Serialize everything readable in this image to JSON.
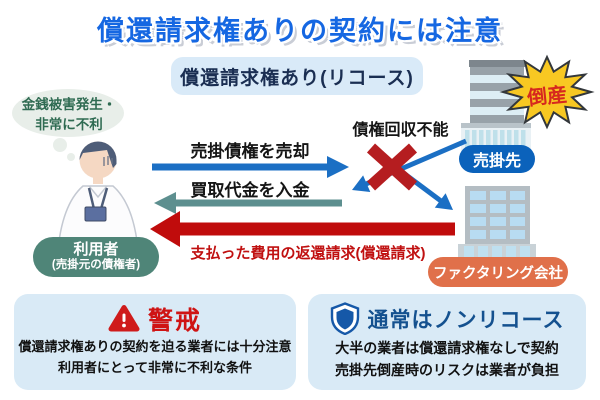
{
  "title": "償還請求権ありの契約には注意",
  "subtitle": "償還請求権あり(リコース)",
  "user": {
    "thought_line1": "金銭被害発生・",
    "thought_line2": "非常に不利",
    "label_line1": "利用者",
    "label_line2": "(売掛元の債権者)"
  },
  "flows": {
    "sell_label": "売掛債権を売却",
    "deposit_label": "買取代金を入金",
    "uncollectible_label": "債権回収不能",
    "recourse_label": "支払った費用の返還請求(償還請求)"
  },
  "entities": {
    "customer_label": "売掛先",
    "bankruptcy_label": "倒産",
    "factoring_label": "ファクタリング会社"
  },
  "warning_box": {
    "heading": "警戒",
    "line1": "償還請求権ありの契約を迫る業者には十分注意",
    "line2": "利用者にとって非常に不利な条件"
  },
  "info_box": {
    "heading": "通常はノンリコース",
    "line1": "大半の業者は償還請求権なしで契約",
    "line2": "売掛先倒産時のリスクは業者が負担"
  },
  "colors": {
    "title_blue": "#1567e2",
    "panel_blue": "#d9eaf6",
    "arrow_blue": "#1b6fc4",
    "arrow_teal": "#5d8f8f",
    "arrow_red": "#c00c0c",
    "cross_red": "#b51d20",
    "user_pill_green": "#4f8578",
    "customer_pill_blue": "#0b62bb",
    "factoring_pill_orange": "#e0704a",
    "bankruptcy_yellow": "#f8c822",
    "warning_red": "#cf1414",
    "info_blue": "#14518f"
  }
}
